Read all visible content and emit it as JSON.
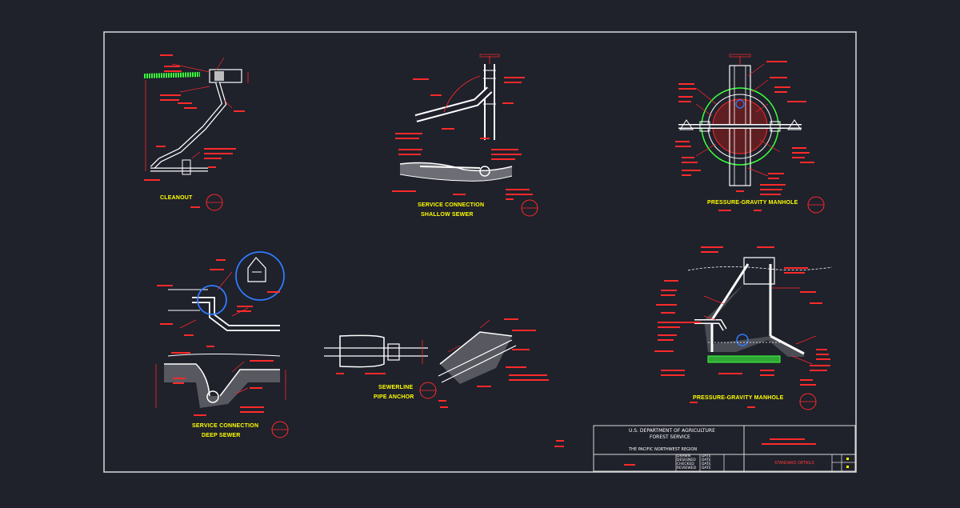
{
  "drawing": {
    "border_color": "#d9d9d9",
    "background": "#1f212b",
    "line_colors": {
      "pipe": "#ffffff",
      "leader": "#ff2a2a",
      "label": "#ffff00",
      "ground": "#3cff3c",
      "circle": "#2f7bff"
    },
    "details": {
      "cleanout": "CLEANOUT",
      "service_shallow_1": "SERVICE CONNECTION",
      "service_shallow_2": "SHALLOW SEWER",
      "pressure_manhole_top": "PRESSURE-GRAVITY MANHOLE",
      "service_deep_1": "SERVICE CONNECTION",
      "service_deep_2": "DEEP SEWER",
      "sewerline_1": "SEWERLINE",
      "sewerline_2": "PIPE ANCHOR",
      "pressure_manhole_bottom": "PRESSURE-GRAVITY MANHOLE"
    },
    "title_block": {
      "agency_1": "U.S. DEPARTMENT OF AGRICULTURE",
      "agency_2": "FOREST SERVICE",
      "region": "THE PACIFIC NORTHWEST REGION",
      "rows": [
        "DRAWN",
        "DESIGNED",
        "CHECKED",
        "REVIEWED"
      ],
      "date_label": "DATE",
      "std_label": "STANDARD DETAILS"
    }
  }
}
